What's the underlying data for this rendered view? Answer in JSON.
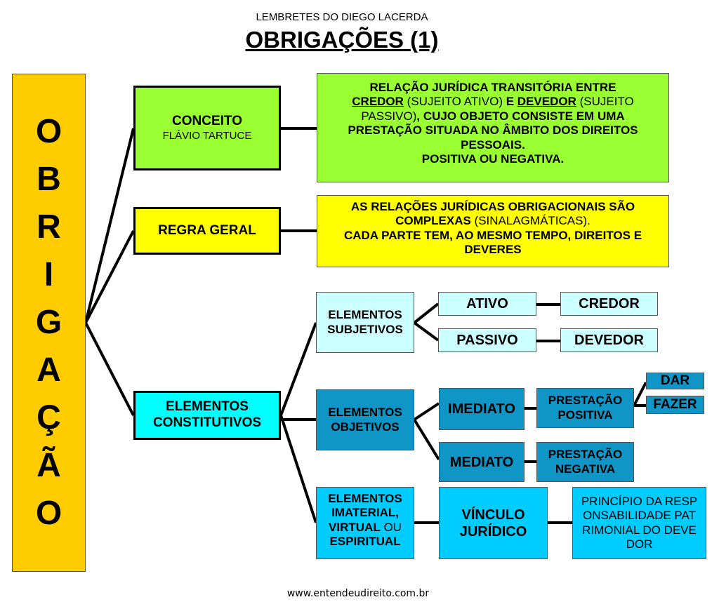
{
  "watermark": "www.entendeudireito.com.br",
  "header": {
    "subtitle": "LEMBRETES DO DIEGO LACERDA",
    "title": "OBRIGAÇÕES (1)"
  },
  "footer": "www.entendeudireito.com.br",
  "root": {
    "letters": [
      "O",
      "B",
      "R",
      "I",
      "G",
      "A",
      "Ç",
      "Ã",
      "O"
    ]
  },
  "conceito": {
    "label": "CONCEITO",
    "author": "FLÁVIO TARTUCE",
    "definition": {
      "p1": "RELAÇÃO JURÍDICA TRANSITÓRIA ENTRE",
      "credor": "CREDOR",
      "credor_note": " (SUJEITO ATIVO) ",
      "e": "E ",
      "devedor": "DEVEDOR",
      "devedor_note": " (SUJEITO PASSIVO)",
      "p2": ", CUJO OBJETO CONSISTE EM UMA PRESTAÇÃO SITUADA NO ÂMBITO DOS DIREITOS PESSOAIS.",
      "p3": "POSITIVA OU NEGATIVA."
    }
  },
  "regra": {
    "label": "REGRA GERAL",
    "text": {
      "p1": "AS RELAÇÕES JURÍDICAS OBRIGACIONAIS SÃO COMPLEXAS",
      "p1_note": " (SINALAGMÁTICAS).",
      "p2": "CADA PARTE TEM, AO MESMO TEMPO, DIREITOS E DEVERES"
    }
  },
  "constitutivos": {
    "label": "ELEMENTOS CONSTITUTIVOS"
  },
  "subjetivos": {
    "label": "ELEMENTOS SUBJETIVOS",
    "ativo": "ATIVO",
    "passivo": "PASSIVO",
    "credor": "CREDOR",
    "devedor": "DEVEDOR"
  },
  "objetivos": {
    "label": "ELEMENTOS OBJETIVOS",
    "imediato": "IMEDIATO",
    "mediato": "MEDIATO",
    "positiva": "PRESTAÇÃO POSITIVA",
    "negativa": "PRESTAÇÃO NEGATIVA",
    "dar": "DAR",
    "fazer": "FAZER"
  },
  "imaterial": {
    "label1": "ELEMENTOS IMATERIAL, VIRTUAL",
    "ou": " OU ",
    "label2": "ESPIRITUAL",
    "vinculo": "VÍNCULO JURÍDICO",
    "principio": "PRINCÍPIO DA RESPONSABILIDADE PATRIMONIAL DO DEVEDOR"
  },
  "colors": {
    "root": "#ffcc00",
    "green": "#99ff33",
    "yellow": "#ffff00",
    "cyan": "#00ffff",
    "light": "#ccffff",
    "dark": "#0f95c6",
    "mid": "#00ccff"
  }
}
